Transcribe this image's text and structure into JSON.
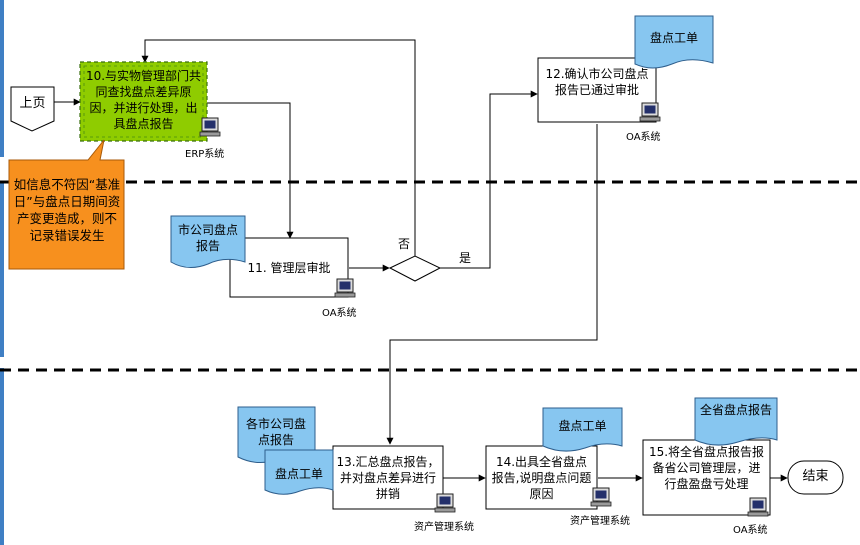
{
  "colors": {
    "left_strip": "#3f7fc4",
    "swimlane_divider": "#000000",
    "process_box_border": "#000000",
    "highlight_box_fill": "#8fcc00",
    "highlight_box_border": "#3a6e10",
    "document_fill": "#87c6f0",
    "note_fill": "#f7901e",
    "line": "#000000"
  },
  "nav": {
    "prev_page": "上页",
    "end": "结束"
  },
  "steps": {
    "s10": {
      "label": "10.与实物管理部门共同查找盘点差异原因，并进行处理，出具盘点报告",
      "system": "ERP系统"
    },
    "s11": {
      "label": "11. 管理层审批",
      "system": "OA系统"
    },
    "s12": {
      "label": "12.确认市公司盘点报告已通过审批",
      "system": "OA系统"
    },
    "s13": {
      "label": "13.汇总盘点报告，并对盘点差异进行拼销",
      "system": "资产管理系统"
    },
    "s14": {
      "label": "14.出具全省盘点报告,说明盘点问题原因",
      "system": "资产管理系统"
    },
    "s15": {
      "label": "15.将全省盘点报告报备省公司管理层，进行盘盈盘亏处理",
      "system": "OA系统"
    }
  },
  "decision": {
    "no": "否",
    "yes": "是"
  },
  "documents": {
    "d_city_report": "市公司盘点报告",
    "d_ticket_top": "盘点工单",
    "d_cities_report": "各市公司盘点报告",
    "d_ticket_13": "盘点工单",
    "d_ticket_14": "盘点工单",
    "d_province_report": "全省盘点报告"
  },
  "note": "如信息不符因“基准日”与盘点日期间资产变更造成，则不记录错误发生"
}
